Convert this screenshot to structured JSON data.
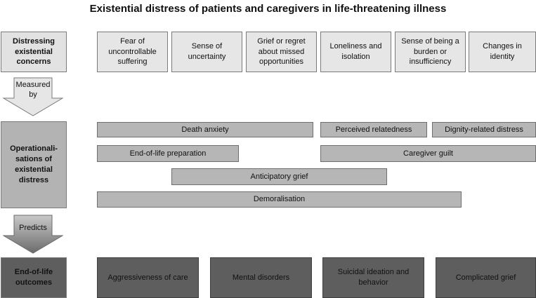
{
  "title": "Existential distress of patients and caregivers in life-threatening illness",
  "rows": {
    "concerns_label": "Distressing\nexistential\nconcerns",
    "operationalisations_label": "Operationali-\nsations of\nexistential distress",
    "outcomes_label": "End-of-life\noutcomes"
  },
  "arrows": {
    "measured_by": "Measured\nby",
    "predicts": "Predicts"
  },
  "concerns": [
    "Fear of\nuncontrollable\nsuffering",
    "Sense of\nuncertainty",
    "Grief or regret\nabout missed\nopportunities",
    "Loneliness and\nisolation",
    "Sense of being  a\nburden or\ninsufficiency",
    "Changes in\nidentity"
  ],
  "operationalisations": [
    "Death anxiety",
    "Perceived relatedness",
    "Dignity-related distress",
    "End-of-life preparation",
    "Caregiver guilt",
    "Anticipatory grief",
    "Demoralisation"
  ],
  "outcomes": [
    "Aggressiveness of care",
    "Mental disorders",
    "Suicidal ideation and\nbehavior",
    "Complicated grief"
  ],
  "colors": {
    "light_fill": "#e6e6e6",
    "mid_fill": "#b3b3b3",
    "dark_fill": "#5e5e5e"
  }
}
